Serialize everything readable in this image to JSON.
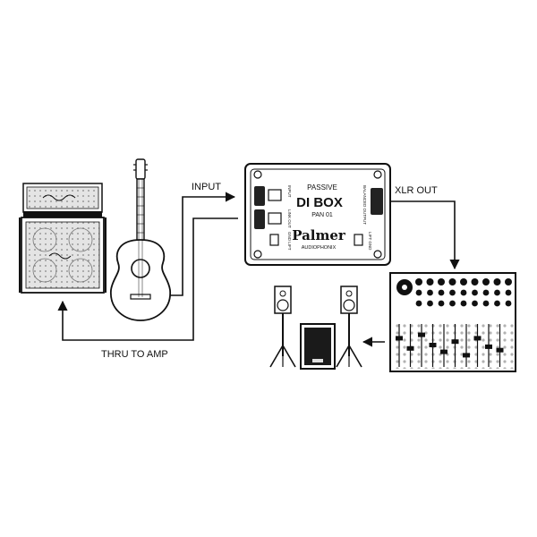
{
  "labels": {
    "input": "INPUT",
    "xlr_out": "XLR OUT",
    "thru_to_amp": "THRU TO AMP"
  },
  "di_box": {
    "passive": "PASSIVE",
    "title": "DI BOX",
    "model": "PAN 01",
    "brand": "Palmer",
    "sub_brand": "AUDIOPHONIX",
    "side_input": "INPUT",
    "side_link_out": "LINK OUT",
    "side_ground": "GND LIFT",
    "side_balanced_output": "BALANCED OUTPUT",
    "side_lift": "LIFT GND"
  },
  "colors": {
    "line": "#111111",
    "background": "#ffffff",
    "speaker_grill": "#cfcfcf"
  }
}
